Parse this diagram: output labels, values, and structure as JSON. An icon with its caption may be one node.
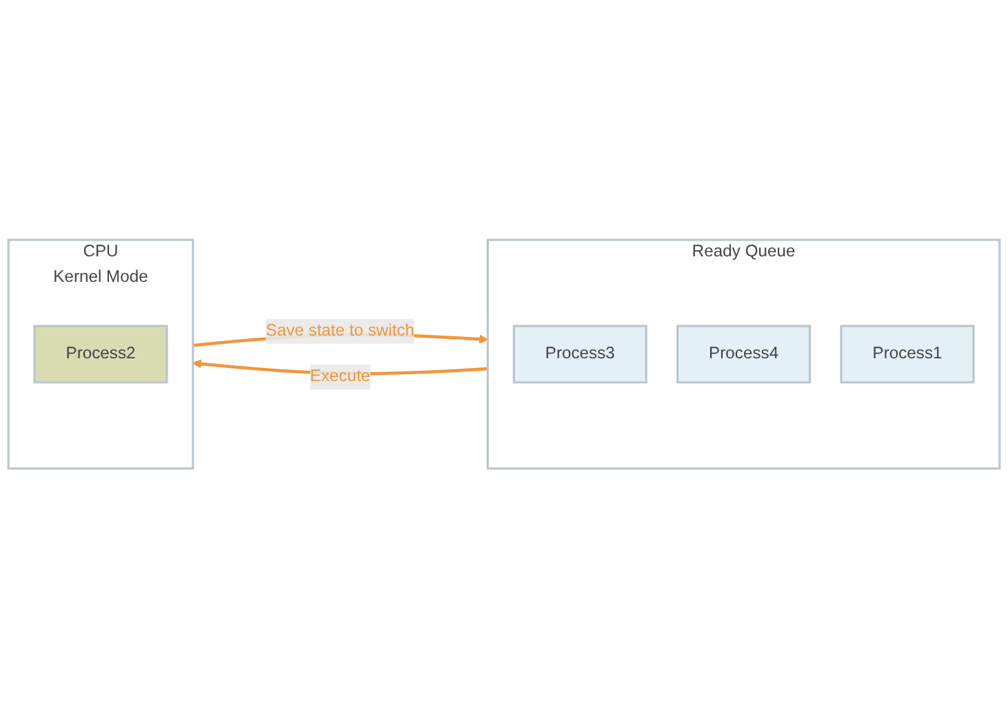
{
  "diagram": {
    "nodes": [
      {
        "text": [
          "Ready Queue"
        ]
      },
      {
        "text": [
          "Process3"
        ],
        "in": 0
      },
      {
        "text": [
          "Process4"
        ],
        "in": 0
      },
      {
        "text": [
          "Process1"
        ],
        "in": 0
      },
      {
        "text": [
          "CPU",
          "Kernel Mode"
        ]
      },
      {
        "text": [
          "Process2"
        ],
        "in": 4
      }
    ],
    "edges": [
      {
        "from": 0,
        "to": 4,
        "arrow": "to",
        "label": "Execute"
      },
      {
        "from": 4,
        "to": 0,
        "arrow": "to",
        "label": "Save state to switch"
      }
    ]
  }
}
